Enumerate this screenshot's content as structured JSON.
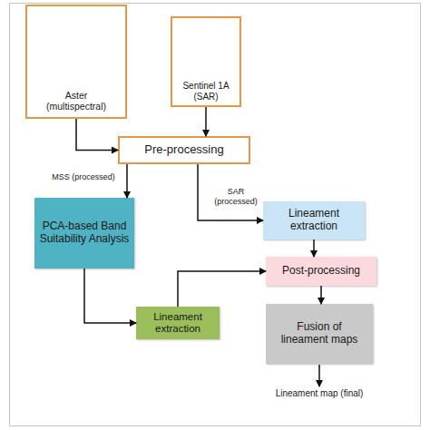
{
  "diagram": {
    "nodes": [
      {
        "text": [
          "Aster (multispectral)"
        ]
      },
      {
        "text": [
          "Sentinel 1A (SAR)"
        ]
      },
      {
        "text": [
          "Pre-processing"
        ]
      },
      {
        "text": [
          "Lineament extraction"
        ]
      },
      {
        "text": [
          "PCA-based Band Suitability Analysis"
        ]
      },
      {
        "text": [
          "Post-processing"
        ]
      },
      {
        "text": [
          "Lineament extraction"
        ]
      },
      {
        "text": [
          "Fusion of lineament maps"
        ]
      }
    ],
    "edges": [
      {
        "from": 0,
        "to": 2,
        "arrow": "to"
      },
      {
        "from": 1,
        "to": 2,
        "arrow": "to"
      },
      {
        "from": 2,
        "to": 4,
        "label": "MSS (processed)",
        "arrow": "to"
      },
      {
        "from": 2,
        "to": 3,
        "label": "SAR (processed)",
        "arrow": "to"
      },
      {
        "from": 3,
        "to": 5,
        "arrow": "to"
      },
      {
        "from": 4,
        "to": 6,
        "arrow": "to"
      },
      {
        "from": 6,
        "to": 5,
        "arrow": "to"
      },
      {
        "from": 5,
        "to": 7,
        "arrow": "to"
      }
    ],
    "labels": [
      "Lineament map (final)"
    ]
  }
}
